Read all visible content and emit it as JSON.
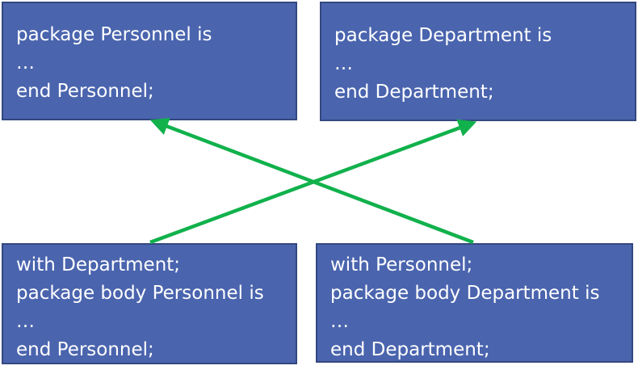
{
  "spec_personnel": {
    "lines": [
      "package Personnel is",
      "…",
      "end Personnel;"
    ]
  },
  "spec_department": {
    "lines": [
      "package Department is",
      "…",
      "end Department;"
    ]
  },
  "body_personnel": {
    "lines": [
      "with Department;",
      "package body Personnel is",
      "…",
      "end Personnel;"
    ]
  },
  "body_department": {
    "lines": [
      "with Personnel;",
      "package body Department is",
      "…",
      "end Department;"
    ]
  },
  "colors": {
    "box_fill": "#4a64ae",
    "box_border": "#34487f",
    "text": "#ffffff",
    "arrow": "#11b14c"
  }
}
